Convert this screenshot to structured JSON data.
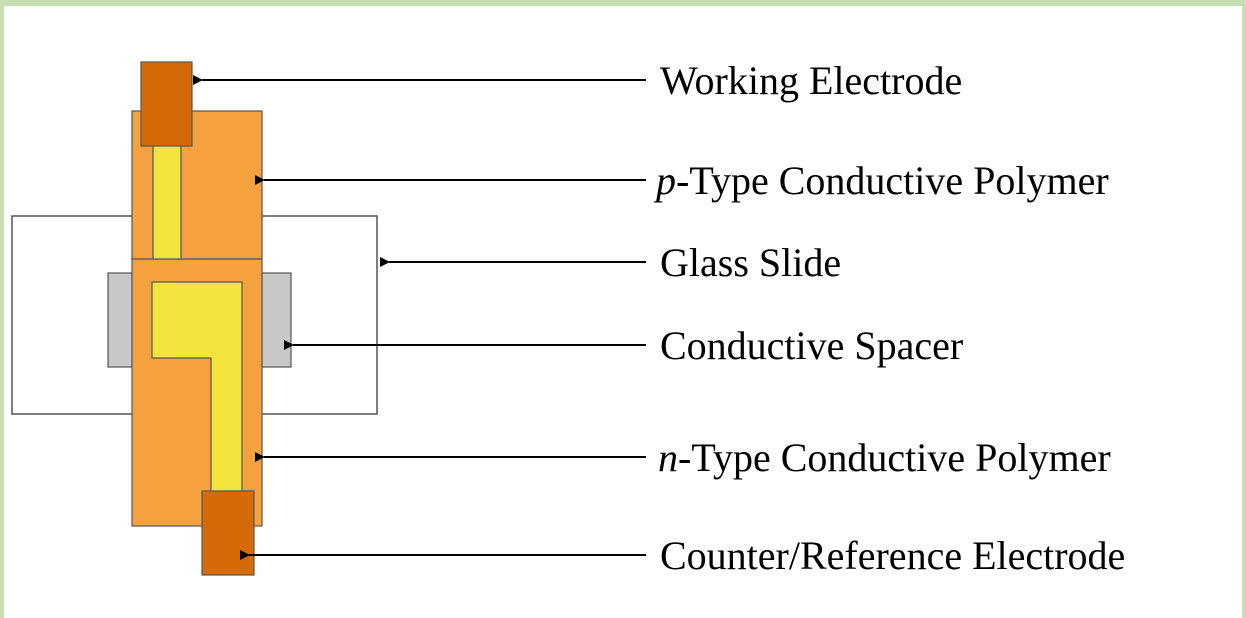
{
  "labels": {
    "working_electrode": "Working Electrode",
    "p_type_prefix": "p",
    "p_type_rest": "-Type Conductive Polymer",
    "glass_slide": "Glass Slide",
    "conductive_spacer": "Conductive Spacer",
    "n_type_prefix": "n",
    "n_type_rest": "-Type Conductive Polymer",
    "counter_reference_electrode": "Counter/Reference Electrode"
  },
  "colors": {
    "background_frame": "#c8dfb4",
    "panel": "#ffffff",
    "polymer_orange": "#f4a23f",
    "electrode_dark_orange": "#d46a08",
    "conductor_yellow": "#f2e43c",
    "spacer_gray": "#c8c8c8",
    "outline": "#555555",
    "arrow": "#000000"
  }
}
